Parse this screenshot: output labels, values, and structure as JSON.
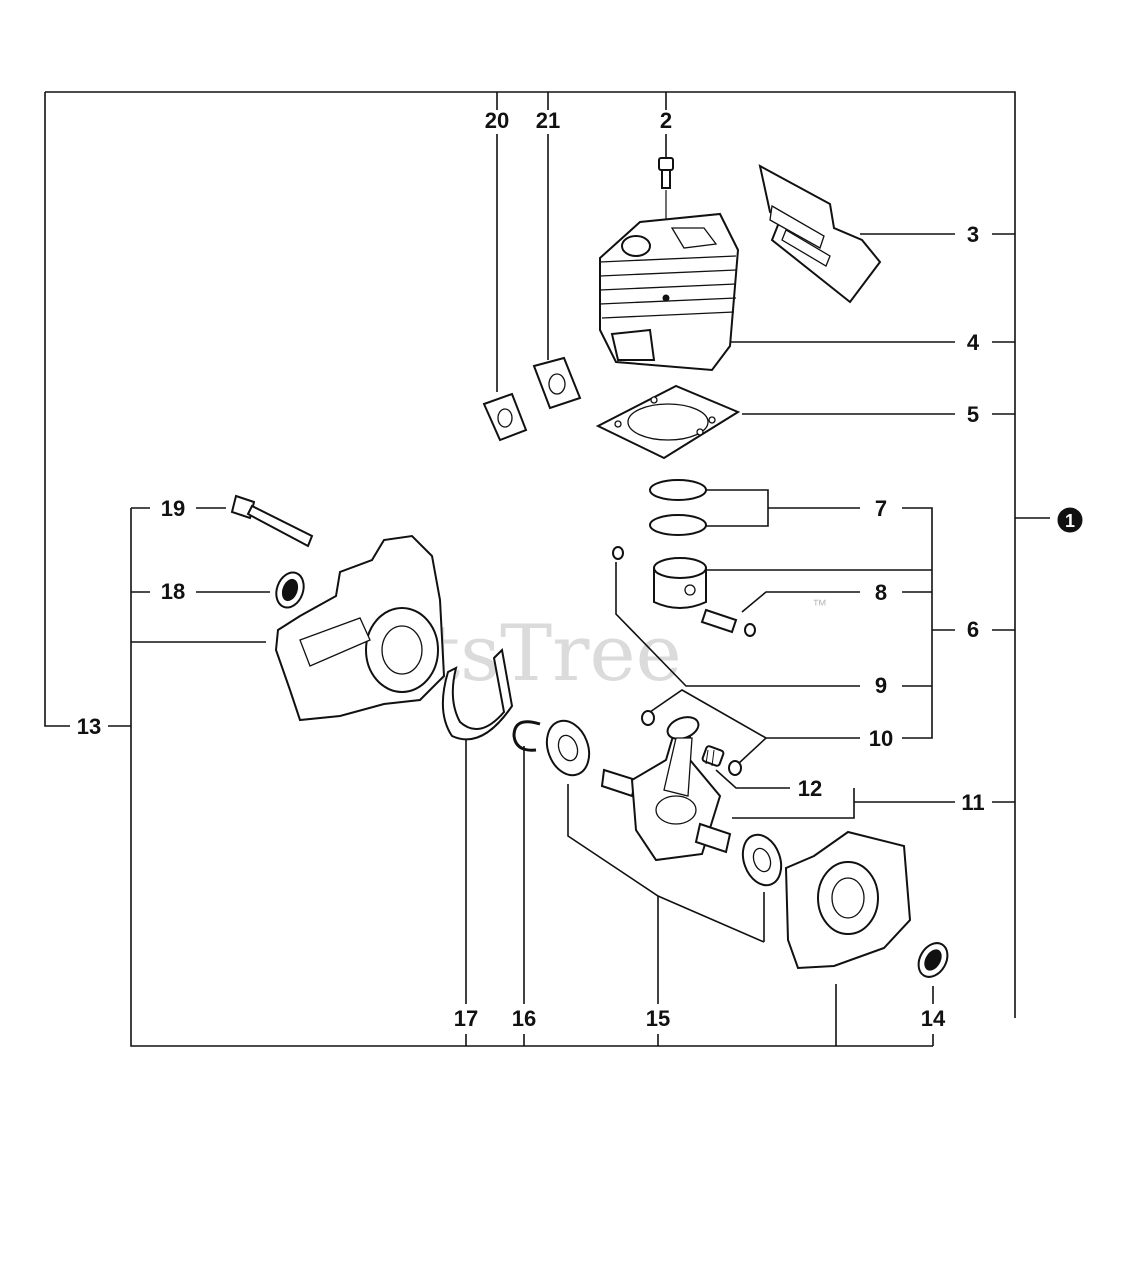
{
  "diagram": {
    "callouts": [
      "1",
      "2",
      "3",
      "4",
      "5",
      "6",
      "7",
      "8",
      "9",
      "10",
      "11",
      "12",
      "13",
      "14",
      "15",
      "16",
      "17",
      "18",
      "19",
      "20",
      "21"
    ],
    "assembly_marker": "1"
  },
  "watermark": {
    "text": "PartsTree",
    "trademark": "™"
  },
  "colors": {
    "ink": "#111111",
    "background": "#ffffff",
    "watermark": "#cfcfcf"
  }
}
